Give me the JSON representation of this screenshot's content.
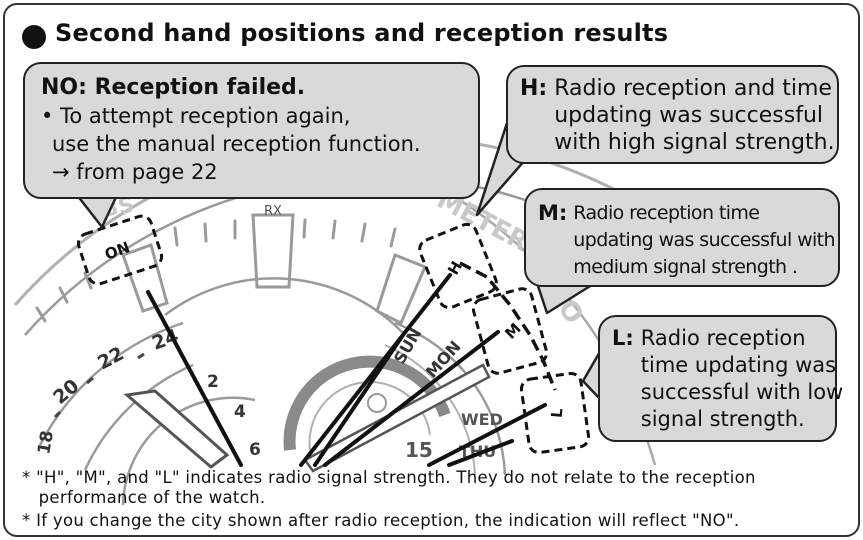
{
  "title": "Second hand positions and reception results",
  "callouts": {
    "no": {
      "heading": "NO: Reception failed.",
      "lines": [
        "• To attempt reception again,",
        "use the manual reception function.",
        "→ from page 22"
      ]
    },
    "h": {
      "key": "H:",
      "lines": [
        "Radio reception and time",
        "updating was successful",
        "with high signal strength."
      ]
    },
    "m": {
      "key": "M:",
      "lines": [
        "Radio reception time",
        "updating was successful with",
        "medium signal strength ."
      ]
    },
    "l": {
      "key": "L:",
      "lines": [
        "Radio reception",
        "time updating was",
        "successful with low",
        "signal strength."
      ]
    }
  },
  "watch": {
    "marks": {
      "no": "NO",
      "h": "H",
      "m": "M",
      "l": "L",
      "rx": "RX"
    },
    "bezel": {
      "meter": "METER",
      "meter_tail": "DO",
      "left_fragment": "BS"
    },
    "scale_numbers": [
      "24",
      "22",
      "20",
      "18"
    ],
    "dial_numbers": [
      "2",
      "4",
      "6"
    ],
    "days": [
      "SUN",
      "MON",
      "WED",
      "THU"
    ],
    "subdial_number": "15"
  },
  "footnotes": [
    "* \"H\", \"M\", and \"L\" indicates radio signal strength. They do not relate to the reception",
    "   performance of the watch.",
    "* If you change the city shown after radio reception, the indication will reflect \"NO\"."
  ],
  "colors": {
    "callout_fill": "#d9d9d9",
    "outline": "#222222",
    "watch_line": "#9a9a9a"
  }
}
